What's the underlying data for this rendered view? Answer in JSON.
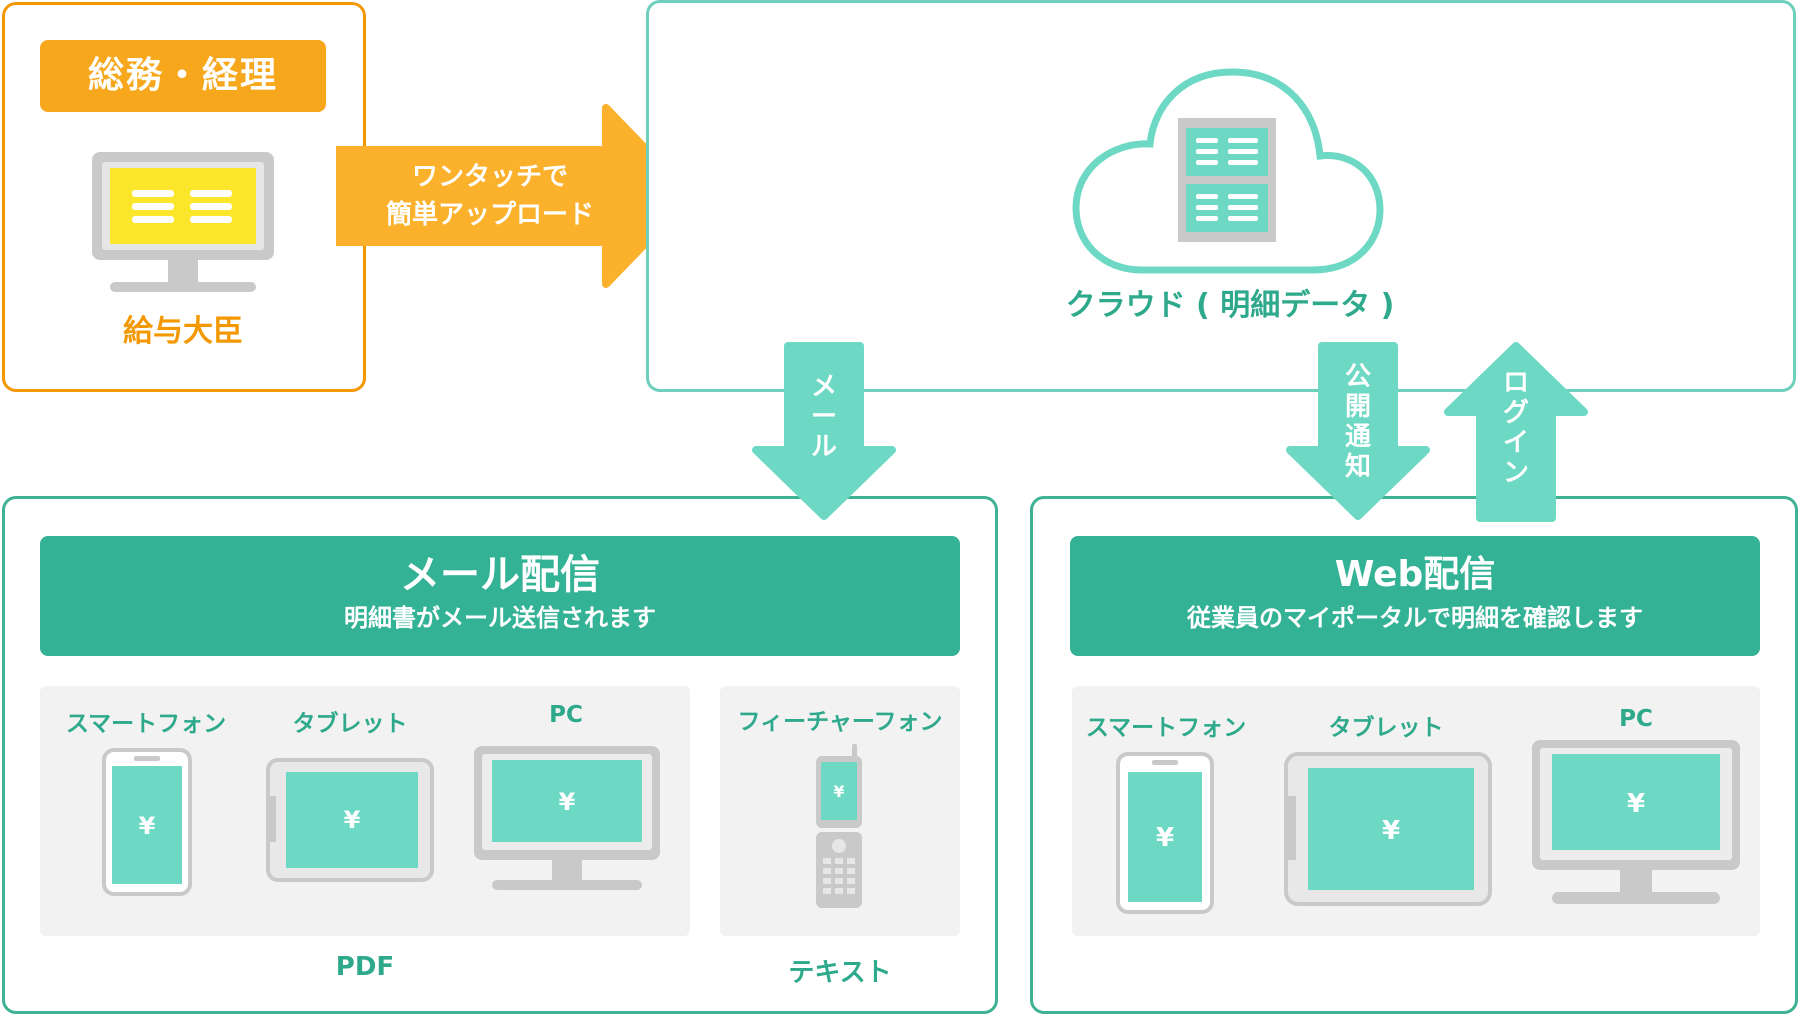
{
  "source": {
    "dept_label": "総務・経理",
    "app_name": "給与大臣"
  },
  "upload_arrow": {
    "line1": "ワンタッチで",
    "line2": "簡単アップロード"
  },
  "cloud": {
    "label": "クラウド ( 明細データ )"
  },
  "connectors": {
    "mail": [
      "メ",
      "ー",
      "ル"
    ],
    "publish_notice": [
      "公",
      "開",
      "通",
      "知"
    ],
    "login": [
      "ロ",
      "グ",
      "イ",
      "ン"
    ]
  },
  "mail_delivery": {
    "title": "メール配信",
    "subtitle": "明細書がメール送信されます",
    "devices": [
      "スマートフォン",
      "タブレット",
      "PC",
      "フィーチャーフォン"
    ],
    "format_pdf": "PDF",
    "format_text": "テキスト"
  },
  "web_delivery": {
    "title": "Web配信",
    "subtitle": "従業員のマイポータルで明細を確認します",
    "devices": [
      "スマートフォン",
      "タブレット",
      "PC"
    ]
  },
  "yen_symbol": "¥",
  "colors": {
    "orange": "#f39800",
    "orange_light": "#fbb12b",
    "teal": "#34b296",
    "teal_light": "#6dd8c4",
    "gray": "#c8c8c8"
  }
}
